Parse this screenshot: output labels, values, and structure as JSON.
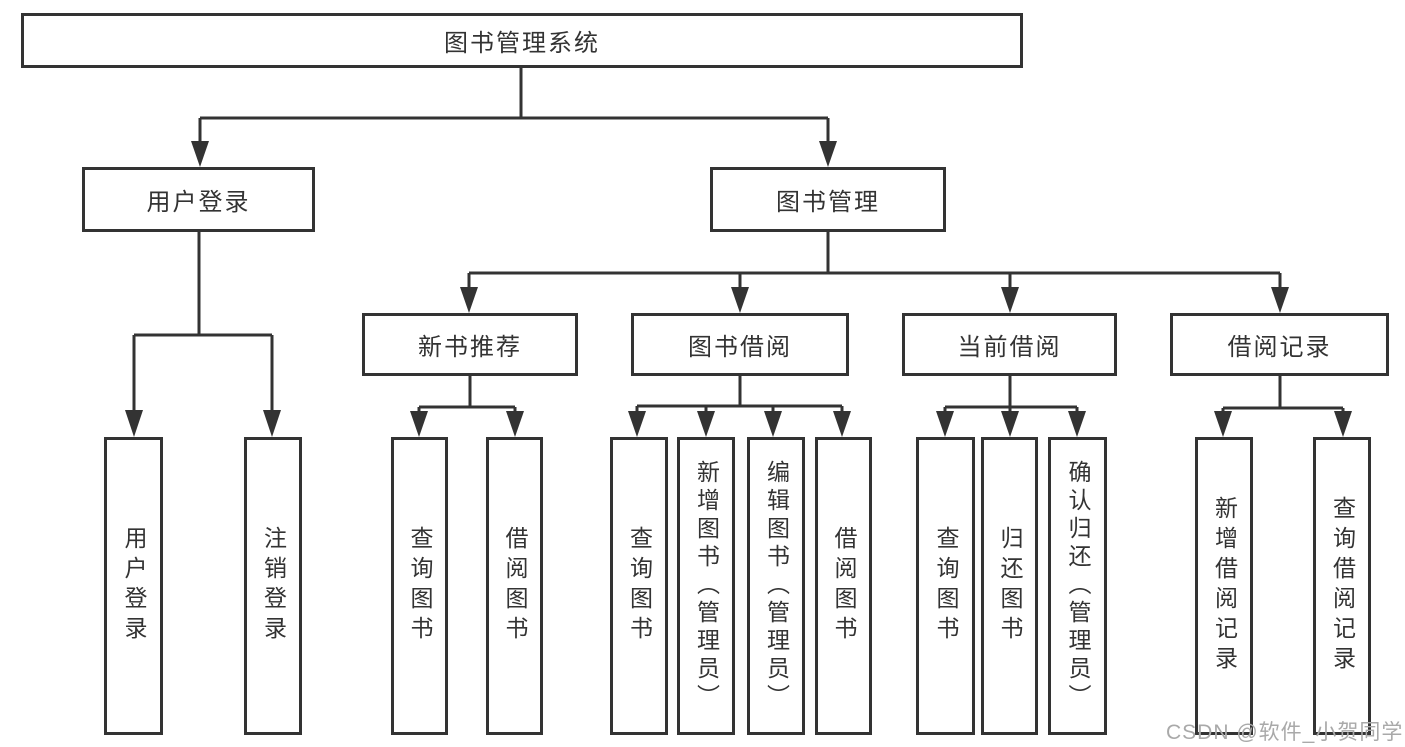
{
  "diagram": {
    "root": {
      "label": "图书管理系统"
    },
    "level2": [
      {
        "label": "用户登录"
      },
      {
        "label": "图书管理"
      }
    ],
    "level3": [
      {
        "label": "新书推荐"
      },
      {
        "label": "图书借阅"
      },
      {
        "label": "当前借阅"
      },
      {
        "label": "借阅记录"
      }
    ],
    "leaves": [
      {
        "label": "用户登录"
      },
      {
        "label": "注销登录"
      },
      {
        "label": "查询图书"
      },
      {
        "label": "借阅图书"
      },
      {
        "label": "查询图书"
      },
      {
        "label": "新增图书（管理员）"
      },
      {
        "label": "编辑图书（管理员）"
      },
      {
        "label": "借阅图书"
      },
      {
        "label": "查询图书"
      },
      {
        "label": "归还图书"
      },
      {
        "label": "确认归还（管理员）"
      },
      {
        "label": "新增借阅记录"
      },
      {
        "label": "查询借阅记录"
      }
    ]
  },
  "watermark": {
    "text": "CSDN @软件_小贺同学"
  },
  "colors": {
    "line": "#333333",
    "text": "#333333",
    "watermark": "#a9a9a9",
    "background": "#ffffff"
  }
}
